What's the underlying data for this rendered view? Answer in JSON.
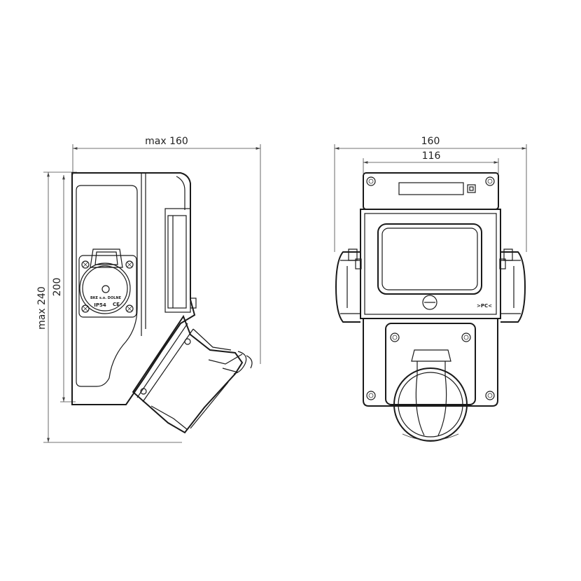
{
  "side_view": {
    "dim_width": "max 160",
    "dim_height_total": "max 240",
    "dim_height_body": "200",
    "socket_marking": "BKE s.o. DOLNE",
    "socket_ip": "IP54",
    "socket_ce": "CE"
  },
  "front_view": {
    "dim_width_total": "160",
    "dim_width_inner": "116",
    "logo_text": ">PC<"
  }
}
